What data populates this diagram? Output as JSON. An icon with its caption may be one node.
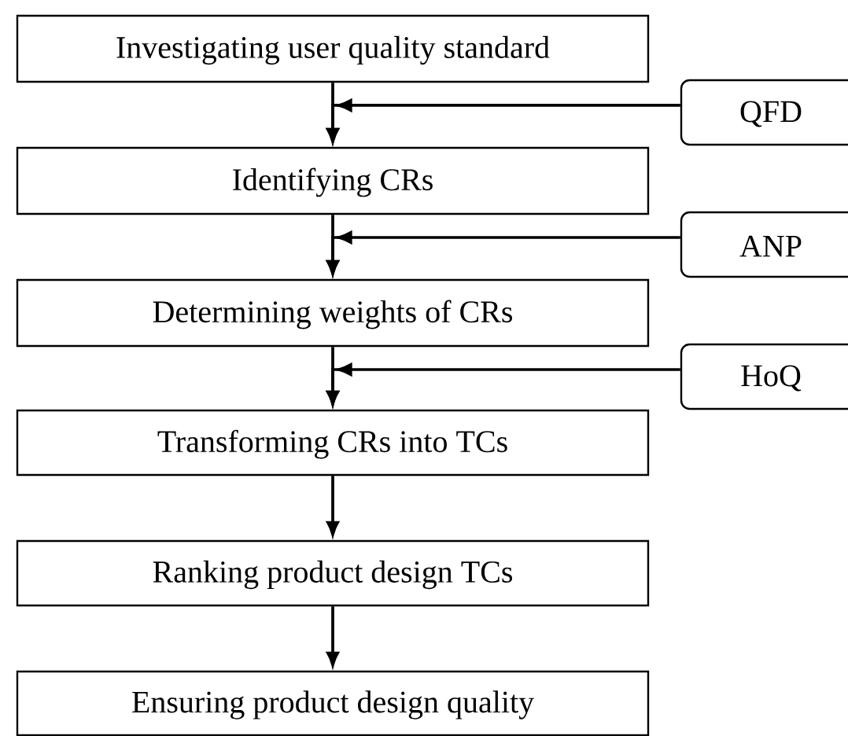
{
  "diagram": {
    "nodes": [
      {
        "text": [
          "Investigating user quality standard"
        ]
      },
      {
        "text": [
          "Identifying CRs"
        ]
      },
      {
        "text": [
          "Determining weights of CRs"
        ]
      },
      {
        "text": [
          "Transforming CRs into TCs"
        ]
      },
      {
        "text": [
          "Ranking product design TCs"
        ]
      },
      {
        "text": [
          "Ensuring product design quality"
        ]
      },
      {
        "text": [
          "QFD"
        ]
      },
      {
        "text": [
          "ANP"
        ]
      },
      {
        "text": [
          "HoQ"
        ]
      }
    ],
    "edges": [
      {
        "from": 0,
        "to": 1,
        "arrow": "to"
      },
      {
        "from": 1,
        "to": 2,
        "arrow": "to"
      },
      {
        "from": 2,
        "to": 3,
        "arrow": "to"
      },
      {
        "from": 3,
        "to": 4,
        "arrow": "to"
      },
      {
        "from": 4,
        "to": 5,
        "arrow": "to"
      },
      {
        "from": 6,
        "to": 1,
        "arrow": "to"
      },
      {
        "from": 7,
        "to": 2,
        "arrow": "to"
      },
      {
        "from": 8,
        "to": 3,
        "arrow": "to"
      }
    ]
  }
}
